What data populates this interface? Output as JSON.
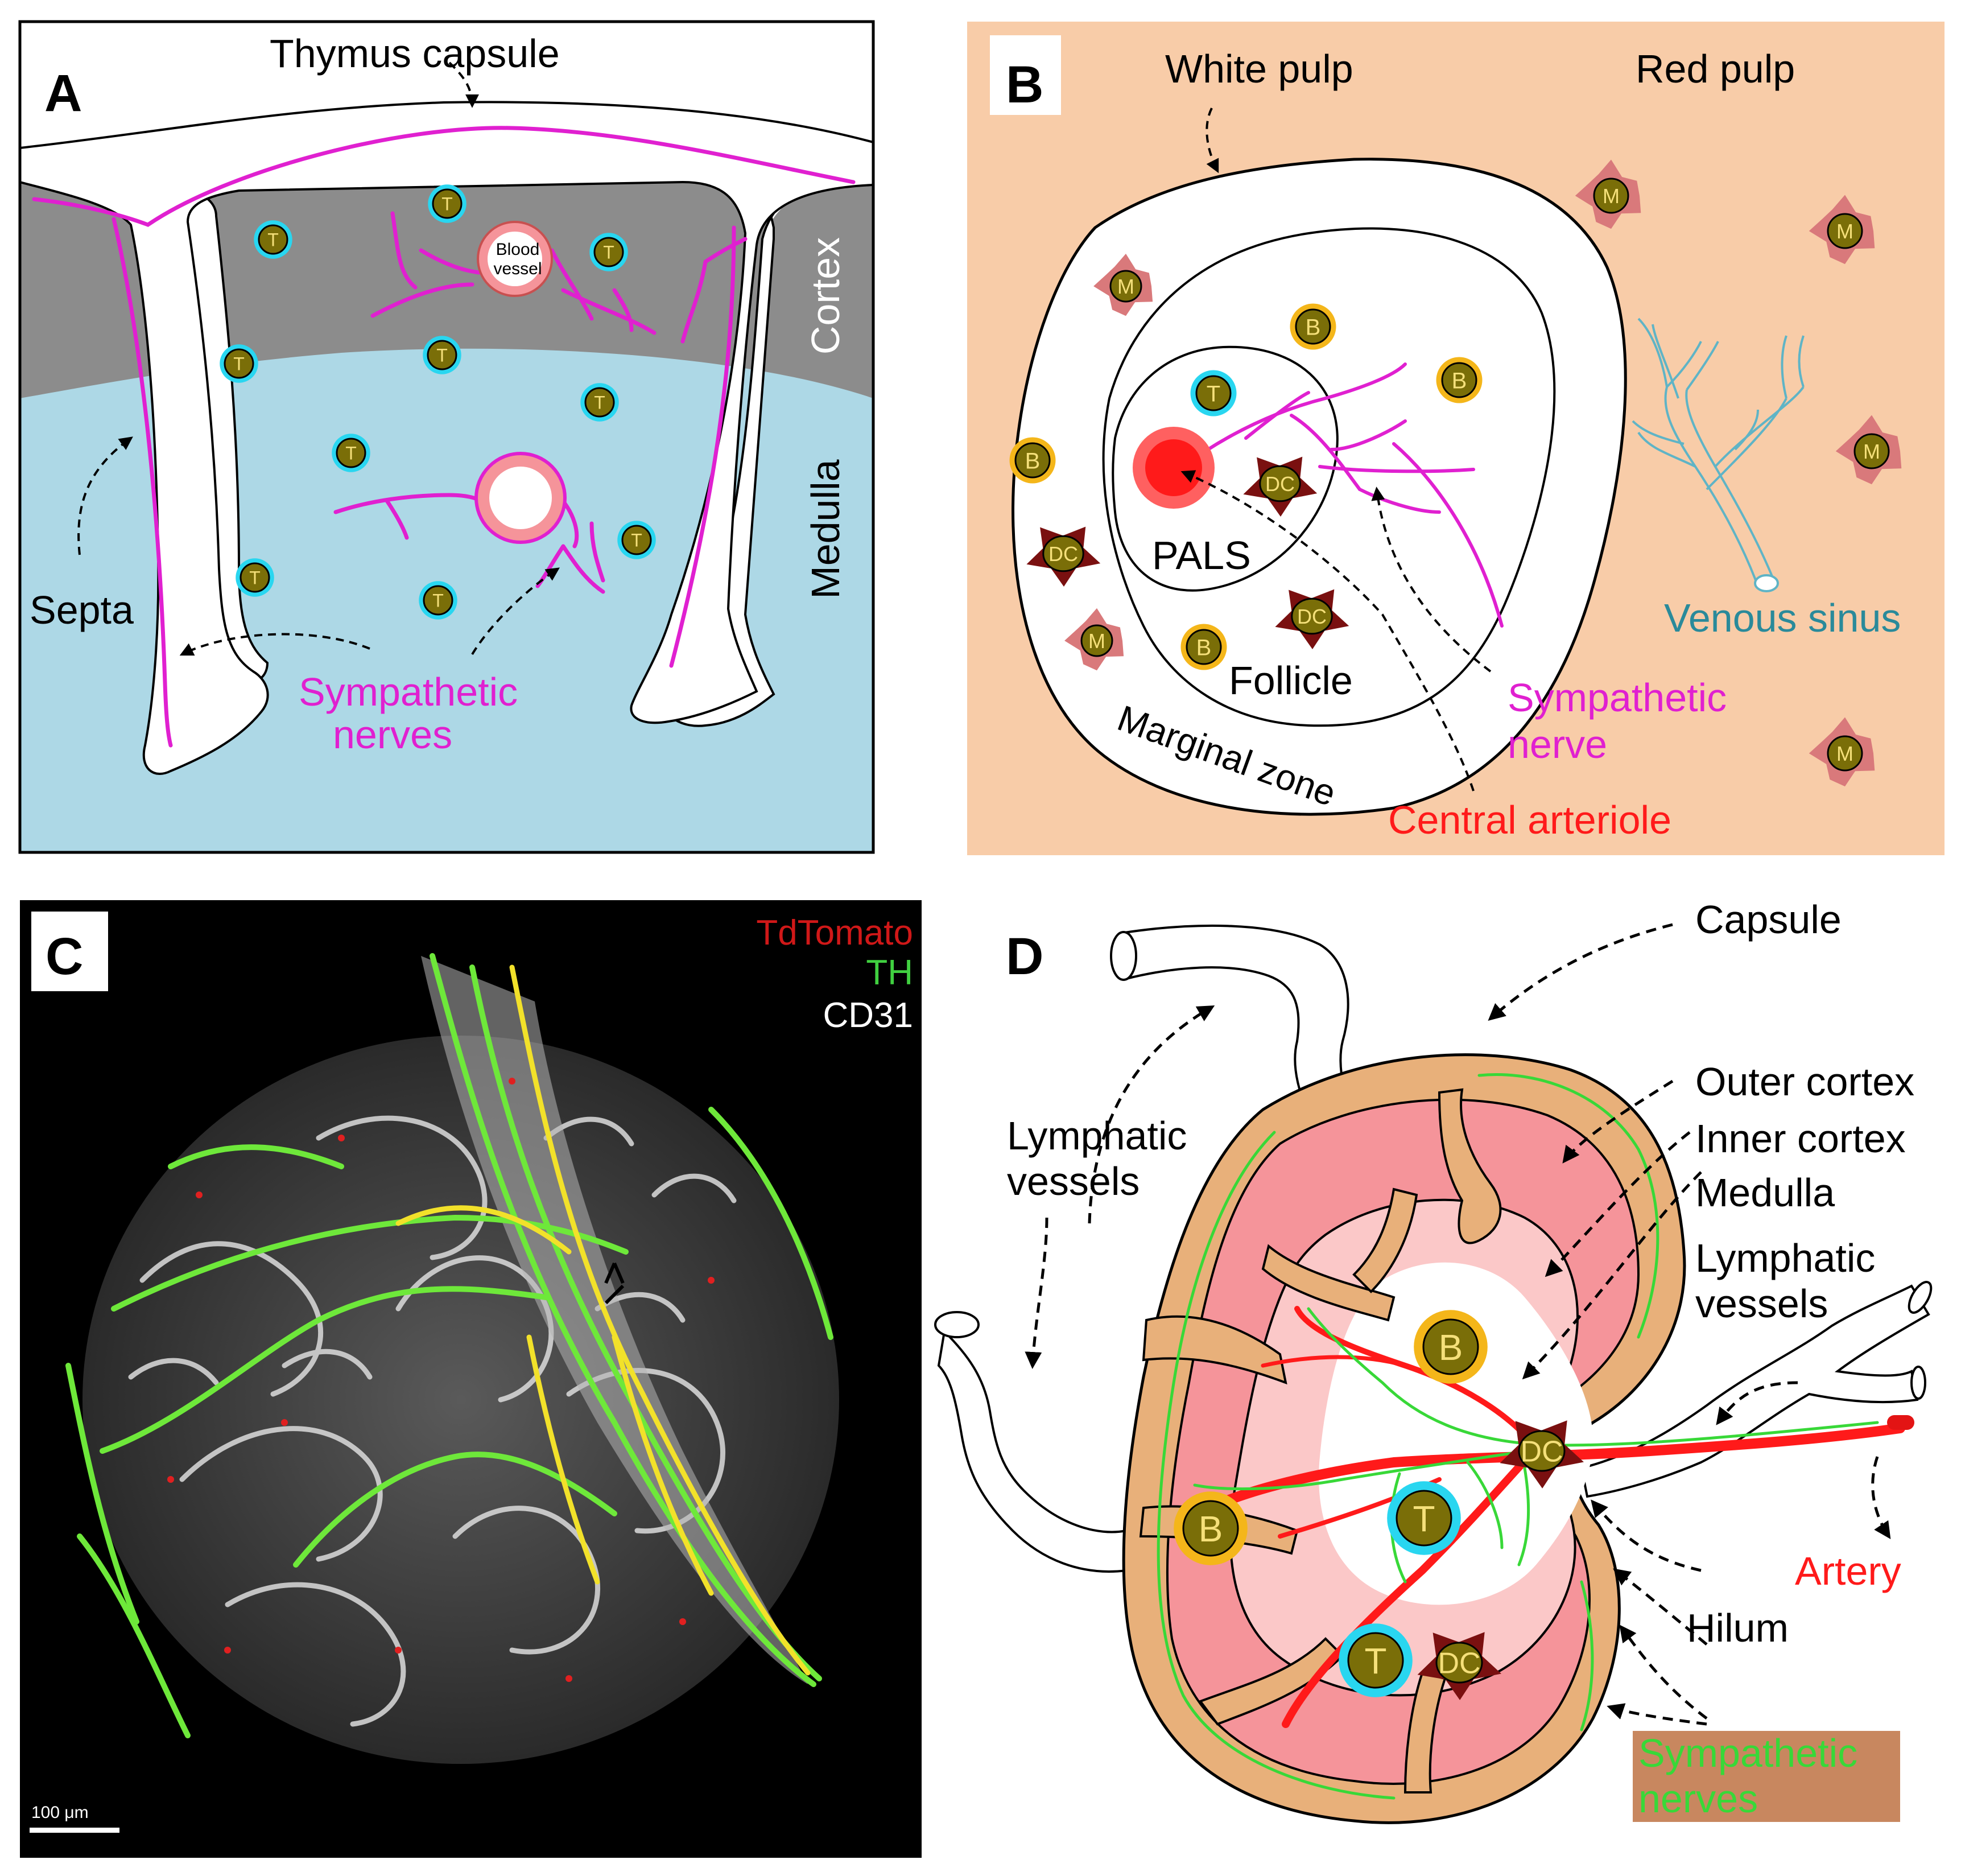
{
  "panel_a": {
    "letter": "A",
    "thymus_capsule": "Thymus capsule",
    "cortex": "Cortex",
    "medulla": "Medulla",
    "septa": "Septa",
    "blood_vessel_1": "Blood",
    "blood_vessel_2": "vessel",
    "sympathetic_1": "Sympathetic",
    "sympathetic_2": "nerves",
    "t_cell": "T"
  },
  "panel_b": {
    "letter": "B",
    "white_pulp": "White pulp",
    "red_pulp": "Red pulp",
    "pals": "PALS",
    "follicle": "Follicle",
    "marginal_zone": "Marginal zone",
    "venous_sinus": "Venous sinus",
    "sympathetic_1": "Sympathetic",
    "sympathetic_2": "nerve",
    "central_arteriole": "Central arteriole",
    "b_cell": "B",
    "t_cell": "T",
    "macrophage": "M",
    "dendritic_cell": "DC"
  },
  "panel_c": {
    "letter": "C",
    "legend_red": "TdTomato",
    "legend_green": "TH",
    "legend_white": "CD31",
    "scale_bar": "100 μm"
  },
  "panel_d": {
    "letter": "D",
    "capsule": "Capsule",
    "outer_cortex": "Outer cortex",
    "inner_cortex": "Inner cortex",
    "medulla": "Medulla",
    "lymphatic_left_1": "Lymphatic",
    "lymphatic_left_2": "vessels",
    "lymphatic_right_1": "Lymphatic",
    "lymphatic_right_2": "vessels",
    "artery": "Artery",
    "hilum": "Hilum",
    "sympathetic_1": "Sympathetic",
    "sympathetic_2": "nerves",
    "b_cell": "B",
    "t_cell": "T",
    "dendritic_cell": "DC"
  },
  "colors": {
    "sympathetic_magenta": "#e020d0",
    "cortex_gray": "#8c8c8c",
    "medulla_blue": "#add8e6",
    "red_pulp_peach": "#f8cca8",
    "venous_sinus_teal": "#2a8a9a",
    "arteriole_red": "#ff1a1a",
    "node_outer_pink": "#f5949a",
    "node_inner_pink": "#fbc8c8",
    "node_capsule_tan": "#e8b07a",
    "nerve_green": "#38d838",
    "t_ring_cyan": "#29d6f0",
    "b_ring_gold": "#f4b61a",
    "cell_olive": "#7a6e08",
    "dc_maroon": "#7a1010",
    "macrophage_rose": "#d9797b"
  }
}
